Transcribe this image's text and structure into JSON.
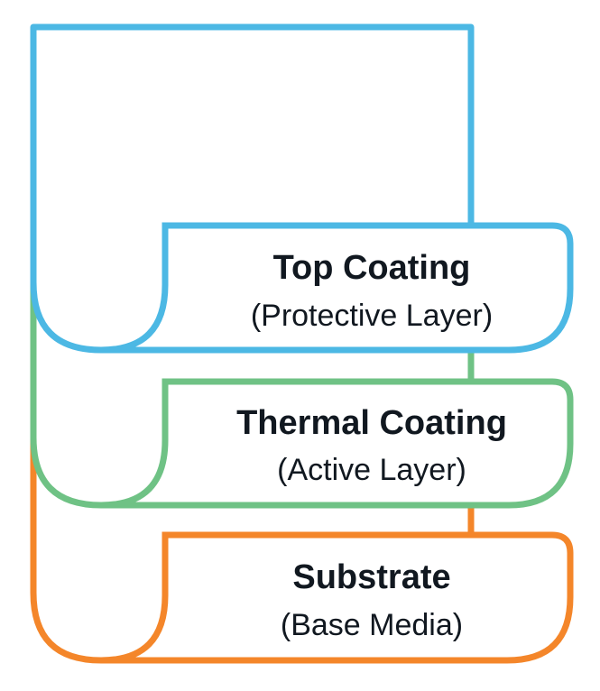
{
  "layers": [
    {
      "title": "Top Coating",
      "subtitle": "(Protective Layer)",
      "color": "#4cb8e4"
    },
    {
      "title": "Thermal Coating",
      "subtitle": "(Active Layer)",
      "color": "#6fc285"
    },
    {
      "title": "Substrate",
      "subtitle": "(Base Media)",
      "color": "#f4862a"
    }
  ]
}
